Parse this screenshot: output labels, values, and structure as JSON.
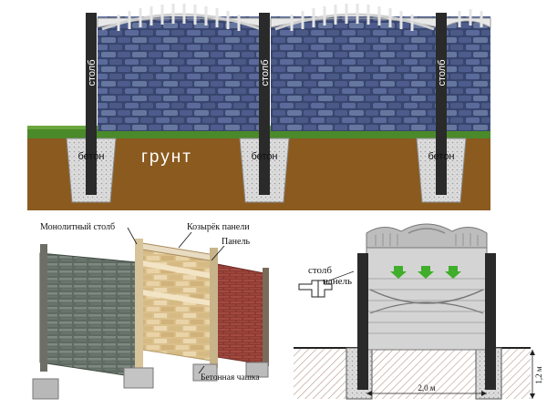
{
  "top": {
    "post_label": "столб",
    "concrete_label": "бетон",
    "soil_label": "грунт"
  },
  "bottom_left": {
    "monolithic_post": "Монолитный столб",
    "panel_cap": "Козырёк панели",
    "panel": "Панель",
    "concrete_cup": "Бетонная чашка"
  },
  "bottom_right": {
    "post_label": "столб",
    "panel_label": "панель",
    "width_dim": "2,0 м",
    "height_dim": "1,2 м"
  },
  "colors": {
    "soil": "#8b5a1e",
    "grass": "#4a8a2a",
    "stone": "#3e4c7c",
    "post": "#2a2a2a",
    "concrete": "#e2e2e2",
    "arrow": "#3fae2a"
  }
}
